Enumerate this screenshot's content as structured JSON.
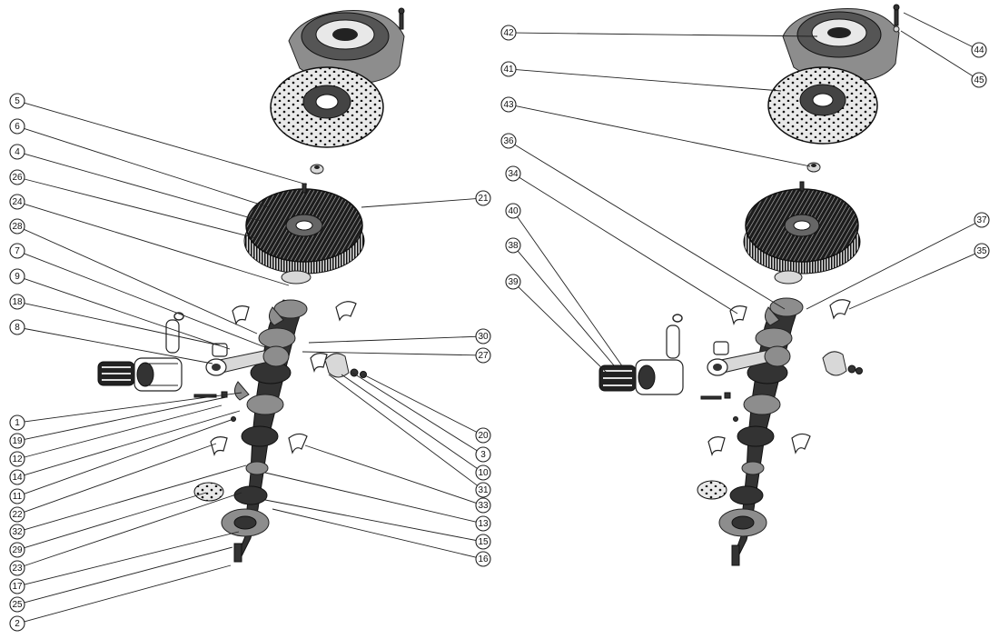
{
  "diagram": {
    "left_panel": {
      "callouts": [
        "5",
        "6",
        "4",
        "26",
        "24",
        "28",
        "7",
        "9",
        "18",
        "8",
        "1",
        "19",
        "12",
        "14",
        "11",
        "22",
        "32",
        "29",
        "23",
        "17",
        "25",
        "2",
        "21",
        "30",
        "27",
        "20",
        "3",
        "10",
        "31",
        "33",
        "13",
        "15",
        "16"
      ]
    },
    "right_panel": {
      "callouts": [
        "42",
        "41",
        "43",
        "36",
        "34",
        "40",
        "38",
        "39",
        "44",
        "45",
        "37",
        "35"
      ]
    }
  }
}
